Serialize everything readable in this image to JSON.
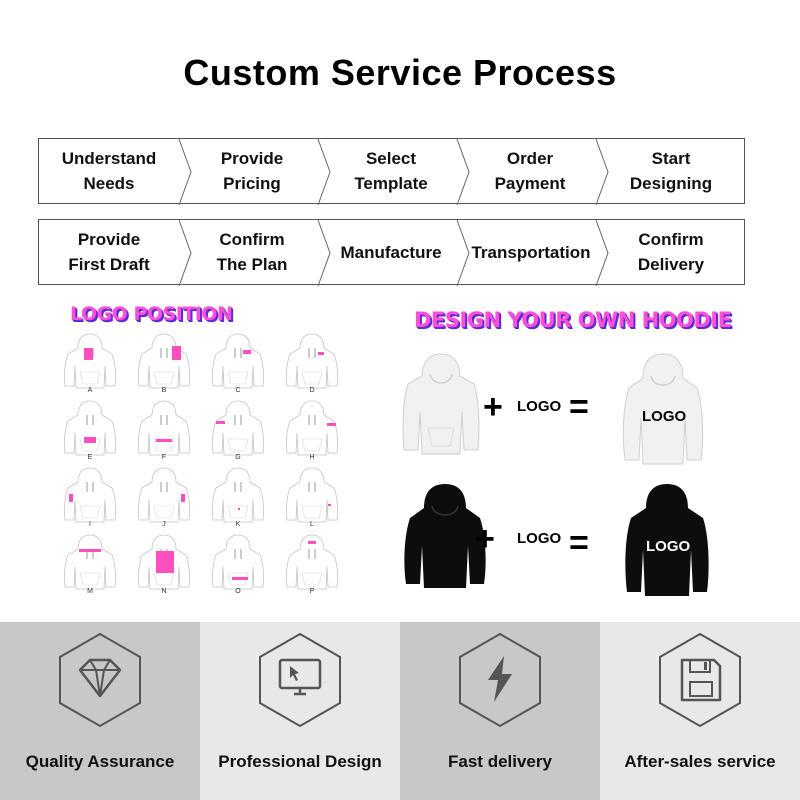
{
  "title": "Custom Service Process",
  "steps_row_1": [
    "Understand\nNeeds",
    "Provide\nPricing",
    "Select\nTemplate",
    "Order\nPayment",
    "Start\nDesigning"
  ],
  "steps_row_2": [
    "Provide\nFirst Draft",
    "Confirm\nThe Plan",
    "Manufacture",
    "Transportation",
    "Confirm\nDelivery"
  ],
  "logo_position": {
    "title": "LOGO POSITION",
    "cells": [
      {
        "letter": "A"
      },
      {
        "letter": "B"
      },
      {
        "letter": "C"
      },
      {
        "letter": "D"
      },
      {
        "letter": "E"
      },
      {
        "letter": "F"
      },
      {
        "letter": "G"
      },
      {
        "letter": "H"
      },
      {
        "letter": "I"
      },
      {
        "letter": "J"
      },
      {
        "letter": "K"
      },
      {
        "letter": "L"
      },
      {
        "letter": "M"
      },
      {
        "letter": "N"
      },
      {
        "letter": "O"
      },
      {
        "letter": "P"
      }
    ],
    "accent": "#ff4fbf"
  },
  "design_hoodie": {
    "title": "DESIGN YOUR OWN HOODIE",
    "plus": "+",
    "logo_label": "LOGO",
    "equals": "=",
    "result_label": "LOGO"
  },
  "features": [
    {
      "label": "Quality Assurance",
      "icon": "diamond-icon",
      "bg": "#c8c8c8"
    },
    {
      "label": "Professional Design",
      "icon": "monitor-cursor-icon",
      "bg": "#e8e8e8"
    },
    {
      "label": "Fast delivery",
      "icon": "lightning-icon",
      "bg": "#c8c8c8"
    },
    {
      "label": "After-sales service",
      "icon": "floppy-disk-icon",
      "bg": "#e8e8e8"
    }
  ]
}
